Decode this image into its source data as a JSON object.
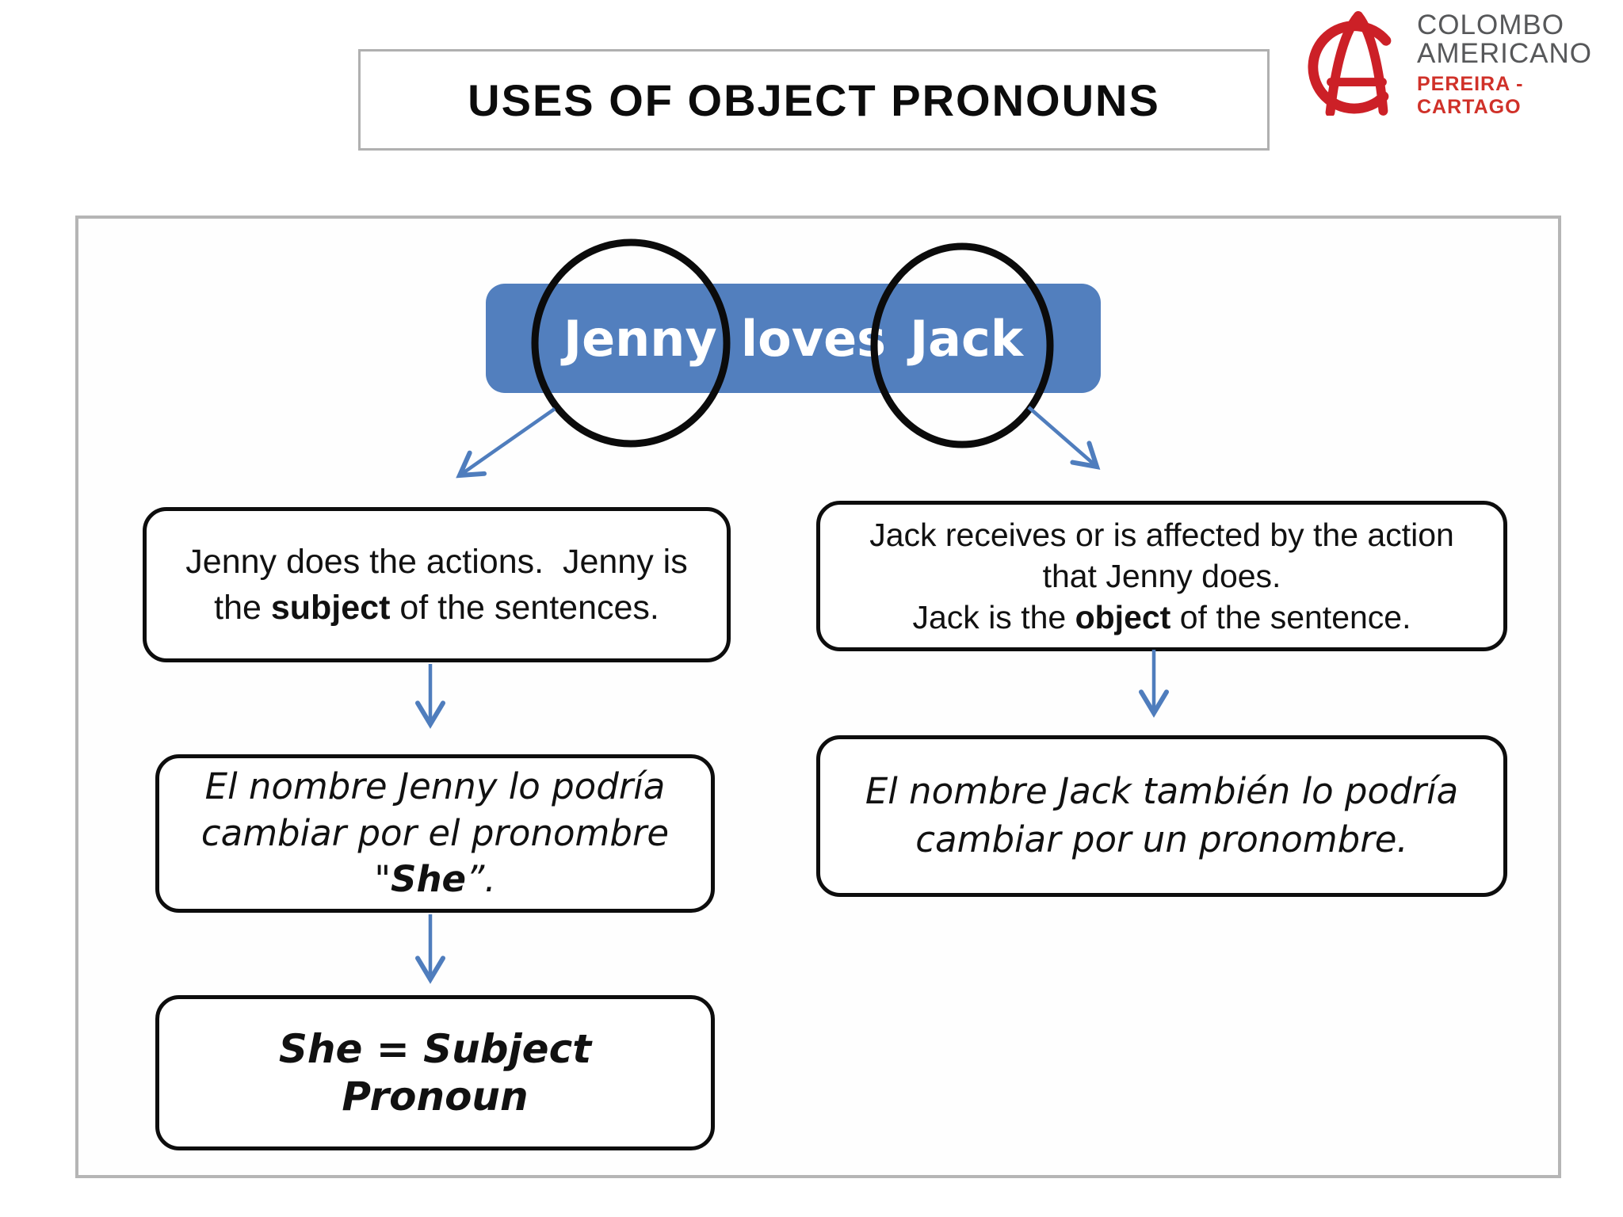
{
  "header": {
    "title": "USES OF OBJECT PRONOUNS"
  },
  "logo": {
    "mark": "ca-globe-monogram-icon",
    "name_line1": "COLOMBO",
    "name_line2": "AMERICANO",
    "subtitle": "PEREIRA - CARTAGO"
  },
  "diagram": {
    "sentence": {
      "word1": "Jenny",
      "word2": "loves",
      "word3": "Jack"
    },
    "jenny_subject_box": {
      "pre": "Jenny does the actions.  Jenny is the ",
      "bold": "subject",
      "post": " of the sentences."
    },
    "jack_object_box": {
      "line1": "Jack receives or is affected by the action that Jenny does.",
      "line2_pre": "Jack is the ",
      "line2_bold": "object",
      "line2_post": " of the sentence."
    },
    "jenny_pronoun_box": {
      "pre": "El nombre Jenny lo podría cambiar por el pronombre \"",
      "bold": "She",
      "post": "”."
    },
    "jack_pronoun_box": {
      "text": "El nombre Jack también lo podría cambiar por un pronombre."
    },
    "conclusion_box": {
      "text": "She = Subject Pronoun"
    }
  },
  "colors": {
    "banner_blue": "#527fbe",
    "arrow_blue": "#4f7dbd",
    "circle_black": "#0b0b0b",
    "box_border_black": "#0d0d0d",
    "frame_gray": "#b5b5b5",
    "title_border_gray": "#b0b0b0",
    "logo_red": "#cc2027",
    "logo_gray": "#57585a"
  }
}
